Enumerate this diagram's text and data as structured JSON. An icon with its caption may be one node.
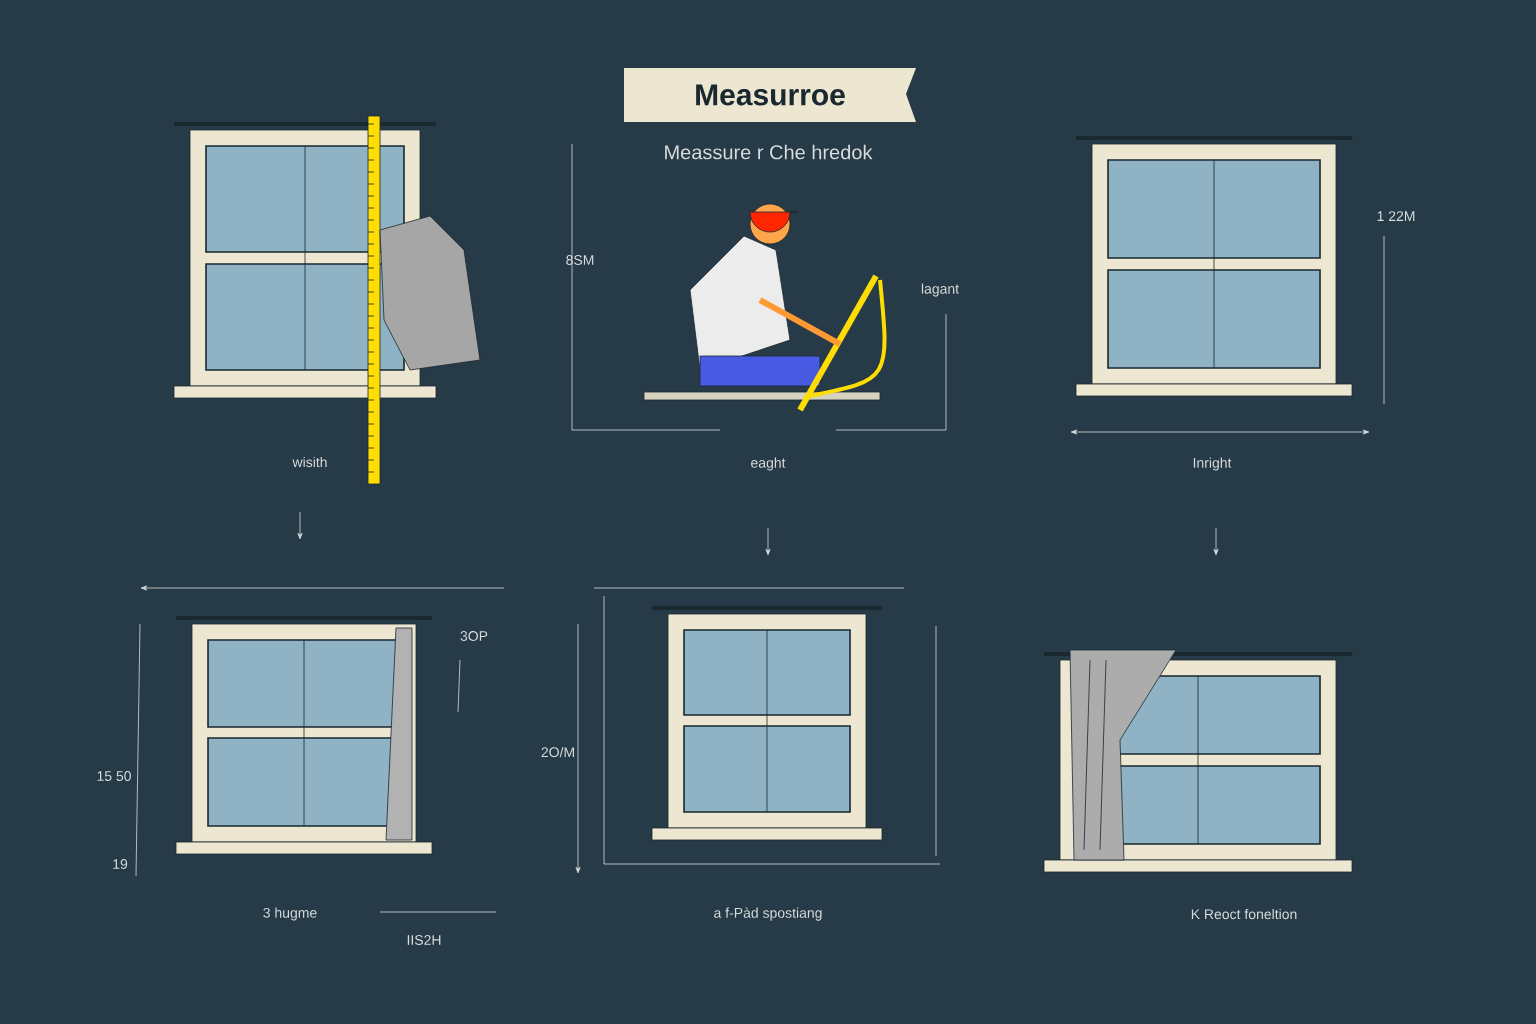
{
  "diagram": {
    "title": "Measurroe",
    "labels": [
      "Meassure r Che hredok",
      "8SM",
      "lagant",
      "wisith",
      "eaght",
      "1 22M",
      "Inright",
      "3OP",
      "15 50",
      "19",
      "2O/M",
      "3 hugme",
      "IIS2H",
      "a f-Pàd spostiang",
      "K Reoct foneltion"
    ]
  }
}
